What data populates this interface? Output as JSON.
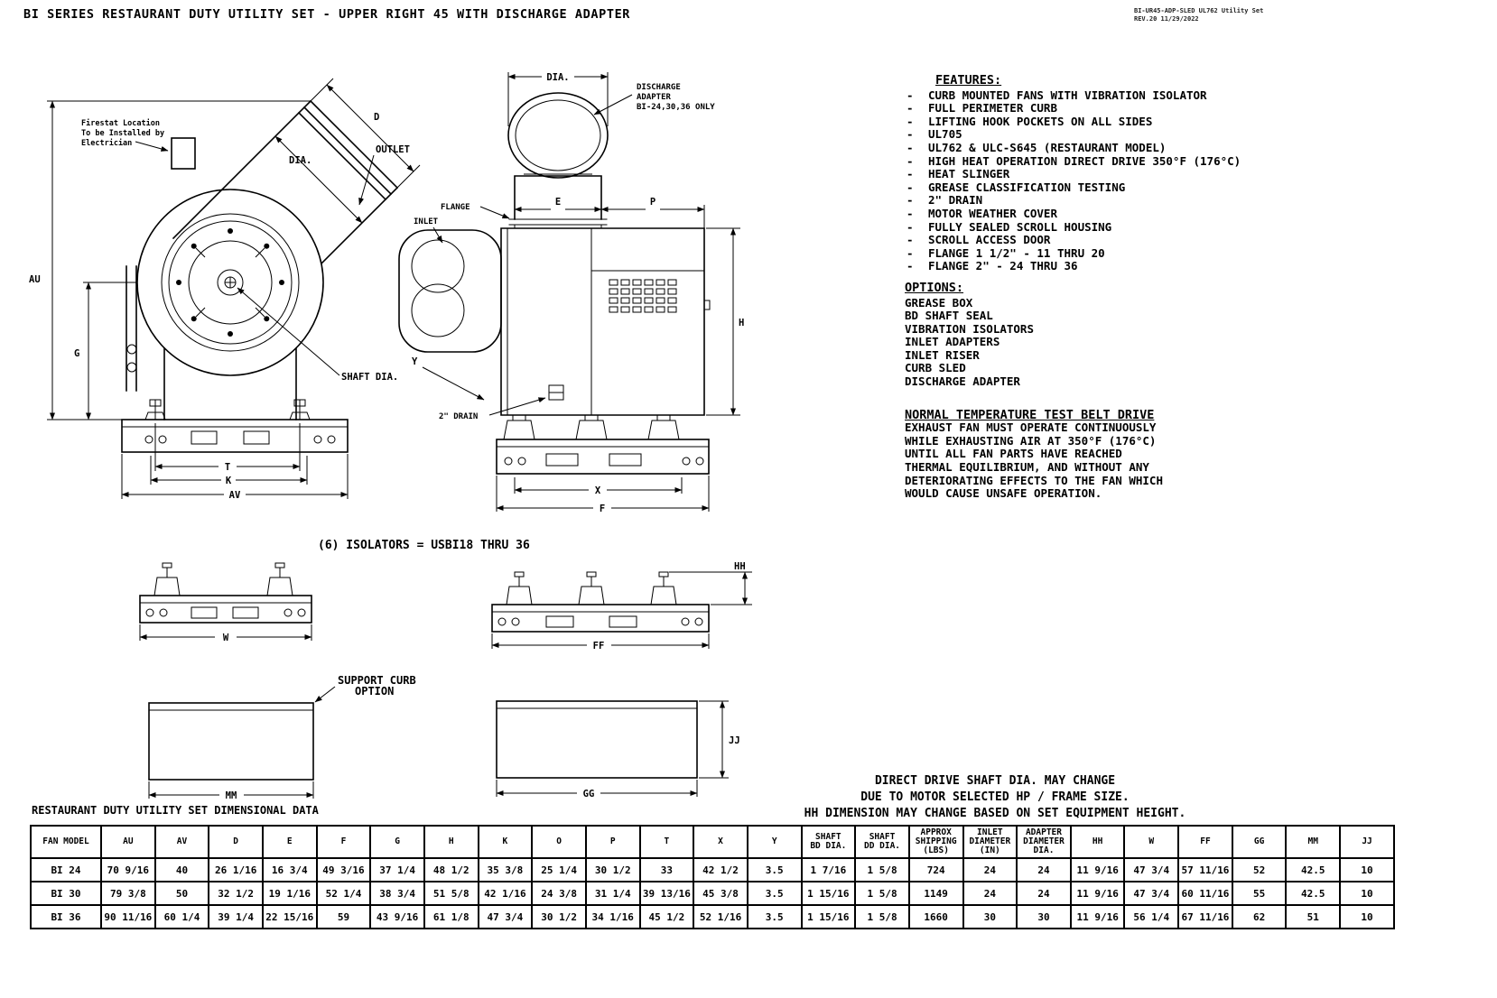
{
  "title": "BI SERIES RESTAURANT DUTY UTILITY SET - UPPER RIGHT 45 WITH DISCHARGE ADAPTER",
  "doc_ref": {
    "line1": "BI-UR45-ADP-SLED UL762 Utility Set",
    "line2": "REV.20  11/29/2022"
  },
  "features": {
    "heading": "FEATURES:",
    "items": [
      "CURB MOUNTED FANS WITH VIBRATION ISOLATOR",
      "FULL PERIMETER CURB",
      "LIFTING HOOK POCKETS ON ALL SIDES",
      "UL705",
      "UL762 & ULC-S645 (RESTAURANT MODEL)",
      "HIGH HEAT OPERATION DIRECT DRIVE 350°F (176°C)",
      "HEAT SLINGER",
      "GREASE CLASSIFICATION TESTING",
      "2\" DRAIN",
      "MOTOR WEATHER COVER",
      "FULLY SEALED SCROLL HOUSING",
      "SCROLL ACCESS DOOR",
      "FLANGE 1 1/2\" - 11 THRU 20",
      "FLANGE 2\" - 24 THRU 36"
    ]
  },
  "options": {
    "heading": "OPTIONS:",
    "items": [
      "GREASE BOX",
      "BD SHAFT SEAL",
      "VIBRATION ISOLATORS",
      "INLET ADAPTERS",
      "INLET RISER",
      "CURB SLED",
      "DISCHARGE ADAPTER"
    ]
  },
  "normal_temp": {
    "heading": "NORMAL TEMPERATURE TEST BELT DRIVE",
    "lines": [
      "EXHAUST FAN MUST OPERATE CONTINUOUSLY",
      "WHILE EXHAUSTING AIR AT 350°F (176°C)",
      "UNTIL ALL FAN PARTS HAVE REACHED",
      "THERMAL EQUILIBRIUM, AND WITHOUT ANY",
      "DETERIORATING EFFECTS TO THE FAN WHICH",
      "WOULD CAUSE UNSAFE OPERATION."
    ]
  },
  "left_view": {
    "firestat_l1": "Firestat Location",
    "firestat_l2": "To be Installed by",
    "firestat_l3": "Electrician",
    "outlet": "OUTLET",
    "shaft_dia": "SHAFT DIA.",
    "dims": {
      "d": "D",
      "dia": "DIA.",
      "au": "AU",
      "g": "G",
      "t": "T",
      "k": "K",
      "av": "AV"
    }
  },
  "right_view": {
    "discharge_l1": "DISCHARGE",
    "discharge_l2": "ADAPTER",
    "discharge_l3": "BI-24,30,36 ONLY",
    "flange": "FLANGE",
    "inlet": "INLET",
    "drain": "2\" DRAIN",
    "dims": {
      "dia": "DIA.",
      "e": "E",
      "p": "P",
      "h": "H",
      "y": "Y",
      "x": "X",
      "f": "F"
    }
  },
  "isolator_views": {
    "note": "(6) ISOLATORS = USBI18 THRU 36",
    "dims": {
      "w": "W",
      "ff": "FF",
      "hh": "HH"
    }
  },
  "curb_views": {
    "label_l1": "SUPPORT CURB",
    "label_l2": "OPTION",
    "dims": {
      "mm": "MM",
      "gg": "GG",
      "jj": "JJ"
    }
  },
  "table_note": {
    "lines": [
      "DIRECT DRIVE SHAFT DIA. MAY CHANGE",
      "DUE TO MOTOR SELECTED HP / FRAME SIZE.",
      "HH DIMENSION MAY CHANGE BASED ON SET EQUIPMENT HEIGHT."
    ]
  },
  "table": {
    "title": "RESTAURANT DUTY UTILITY SET DIMENSIONAL DATA",
    "headers": [
      "FAN MODEL",
      "AU",
      "AV",
      "D",
      "E",
      "F",
      "G",
      "H",
      "K",
      "O",
      "P",
      "T",
      "X",
      "Y",
      "SHAFT\nBD DIA.",
      "SHAFT\nDD DIA.",
      "APPROX\nSHIPPING\n(LBS)",
      "INLET\nDIAMETER\n(IN)",
      "ADAPTER\nDIAMETER\nDIA.",
      "HH",
      "W",
      "FF",
      "GG",
      "MM",
      "JJ"
    ],
    "rows": [
      [
        "BI 24",
        "70 9/16",
        "40",
        "26 1/16",
        "16 3/4",
        "49 3/16",
        "37 1/4",
        "48 1/2",
        "35 3/8",
        "25 1/4",
        "30 1/2",
        "33",
        "42 1/2",
        "3.5",
        "1 7/16",
        "1 5/8",
        "724",
        "24",
        "24",
        "11 9/16",
        "47 3/4",
        "57 11/16",
        "52",
        "42.5",
        "10"
      ],
      [
        "BI 30",
        "79 3/8",
        "50",
        "32 1/2",
        "19 1/16",
        "52 1/4",
        "38 3/4",
        "51 5/8",
        "42 1/16",
        "24 3/8",
        "31 1/4",
        "39 13/16",
        "45 3/8",
        "3.5",
        "1 15/16",
        "1 5/8",
        "1149",
        "24",
        "24",
        "11 9/16",
        "47 3/4",
        "60 11/16",
        "55",
        "42.5",
        "10"
      ],
      [
        "BI 36",
        "90 11/16",
        "60 1/4",
        "39 1/4",
        "22 15/16",
        "59",
        "43 9/16",
        "61 1/8",
        "47 3/4",
        "30 1/2",
        "34 1/16",
        "45 1/2",
        "52 1/16",
        "3.5",
        "1 15/16",
        "1 5/8",
        "1660",
        "30",
        "30",
        "11 9/16",
        "56 1/4",
        "67 11/16",
        "62",
        "51",
        "10"
      ]
    ]
  }
}
